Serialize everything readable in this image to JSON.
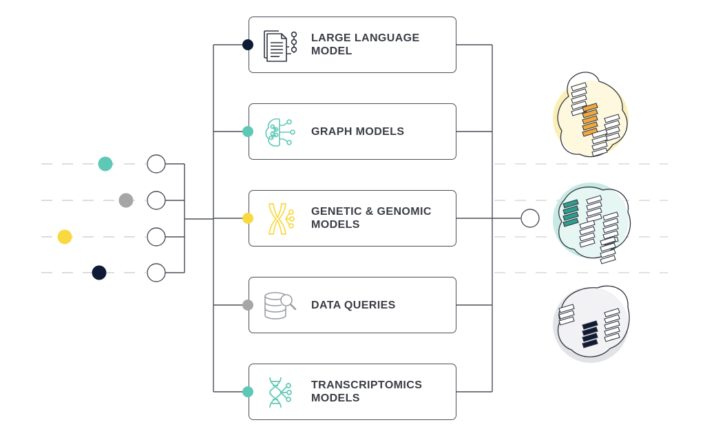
{
  "modules": [
    {
      "label": "LARGE LANGUAGE\nMODEL",
      "icon": "document-icon",
      "dot_color": "#0f1b36"
    },
    {
      "label": "GRAPH MODELS",
      "icon": "graph-brain-icon",
      "dot_color": "#5ec8b6"
    },
    {
      "label": "GENETIC & GENOMIC\nMODELS",
      "icon": "chromosome-icon",
      "dot_color": "#f9d93f"
    },
    {
      "label": "DATA QUERIES",
      "icon": "database-search-icon",
      "dot_color": "#a6a6a6"
    },
    {
      "label": "TRANSCRIPTOMICS\nMODELS",
      "icon": "dna-icon",
      "dot_color": "#5ec8b6"
    }
  ],
  "inputs": [
    {
      "dot_color": "#5ec8b6"
    },
    {
      "dot_color": "#a6a6a6"
    },
    {
      "dot_color": "#f9d93f"
    },
    {
      "dot_color": "#0f1b36"
    }
  ],
  "outputs": [
    {
      "icon": "protein-structure-icon",
      "bg_color": "#faf0b7",
      "accent": "#f2a93b"
    },
    {
      "icon": "protein-structure-icon",
      "bg_color": "#c7ebe4",
      "accent": "#2e9e8d"
    },
    {
      "icon": "protein-structure-icon",
      "bg_color": "#e2e3e6",
      "accent": "#0f1b36"
    }
  ],
  "colors": {
    "line": "#4a4e57",
    "dash": "#c4c6cb",
    "icon_stroke": "#2f3340"
  }
}
